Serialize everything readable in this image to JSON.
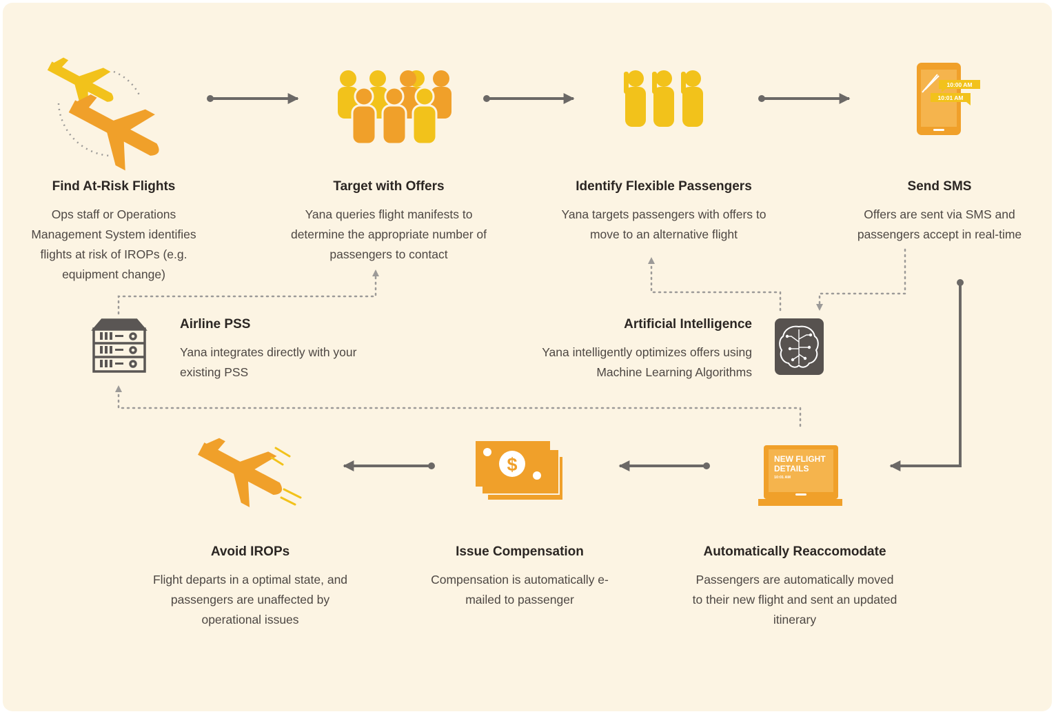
{
  "colors": {
    "background": "#fcf4e3",
    "orange": "#f0a02a",
    "yellow": "#f2c21b",
    "arrow": "#6b6866",
    "dotted": "#9c9a98",
    "dark_text": "#2b2623",
    "body_text": "#4d4743",
    "ai_box": "#57524f"
  },
  "steps": {
    "find": {
      "title": "Find At-Risk Flights",
      "desc": "Ops staff or Operations Management System identifies flights at risk of IROPs (e.g. equipment change)",
      "icon": "airplanes-cycle-icon"
    },
    "target": {
      "title": "Target with Offers",
      "desc": "Yana queries flight manifests to determine the appropriate number of passengers to contact",
      "icon": "passenger-crowd-icon"
    },
    "identify": {
      "title": "Identify Flexible Passengers",
      "desc": "Yana targets passengers with offers to move to an alternative flight",
      "icon": "raised-hand-passengers-icon"
    },
    "sms": {
      "title": "Send SMS",
      "desc": "Offers are sent via SMS and passengers accept in real-time",
      "icon": "smartphone-sms-icon",
      "msg1": "10:00 AM",
      "msg2": "10:01 AM"
    },
    "pss": {
      "title": "Airline PSS",
      "desc": "Yana integrates directly with your existing PSS",
      "icon": "server-rack-icon"
    },
    "ai": {
      "title": "Artificial Intelligence",
      "desc": "Yana intelligently optimizes offers using Machine Learning Algorithms",
      "icon": "brain-circuit-icon"
    },
    "avoid": {
      "title": "Avoid IROPs",
      "desc": "Flight departs in a optimal state, and passengers are unaffected by operational issues",
      "icon": "departing-airplane-icon"
    },
    "compensation": {
      "title": "Issue Compensation",
      "desc": "Compensation is automatically e-mailed to passenger",
      "icon": "cash-bills-icon",
      "symbol": "$"
    },
    "reaccommodate": {
      "title": "Automatically Reaccomodate",
      "desc": "Passengers are automatically moved to their new flight and sent an updated itinerary",
      "icon": "laptop-flight-details-icon",
      "screen_line1": "NEW FLIGHT",
      "screen_line2": "DETAILS",
      "screen_time": "10:01 AM"
    }
  }
}
